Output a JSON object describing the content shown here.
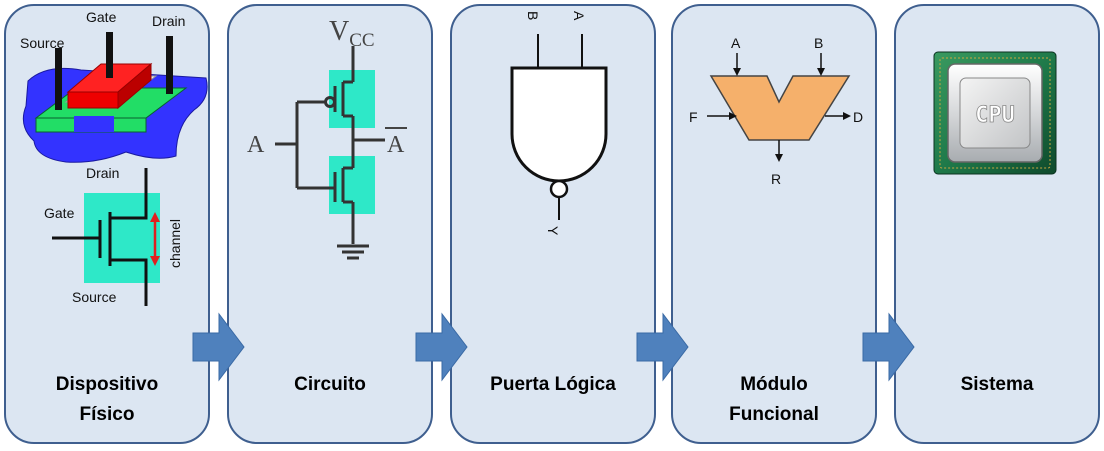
{
  "stages": [
    {
      "label": "Dispositivo Físico",
      "label_line1": "Dispositivo",
      "label_line2": "Físico",
      "transistor_3d": {
        "source": "Source",
        "gate": "Gate",
        "drain": "Drain"
      },
      "mosfet_symbol": {
        "drain": "Drain",
        "gate": "Gate",
        "source": "Source",
        "channel": "channel"
      }
    },
    {
      "label": "Circuito",
      "vcc_main": "V",
      "vcc_sub": "CC",
      "input": "A",
      "output": "A"
    },
    {
      "label": "Puerta Lógica",
      "input_b": "B",
      "input_a": "A",
      "output": "Y"
    },
    {
      "label": "Módulo Funcional",
      "label_line1": "Módulo",
      "label_line2": "Funcional",
      "input_a": "A",
      "input_b": "B",
      "input_f": "F",
      "output_d": "D",
      "output_r": "R"
    },
    {
      "label": "Sistema",
      "chip_text": "CPU"
    }
  ],
  "colors": {
    "panel_fill": "#dce6f2",
    "panel_border": "#3f5f8f",
    "arrow": "#4f81bd",
    "arrow_border": "#3a6aa5",
    "cyan": "#2ee8c8",
    "alu_orange": "#f5b06b",
    "gate_red": "#ff0000",
    "substrate_blue": "#3333ff",
    "diffusion_green": "#22dd66",
    "chip_green": "#1f7a4a"
  }
}
